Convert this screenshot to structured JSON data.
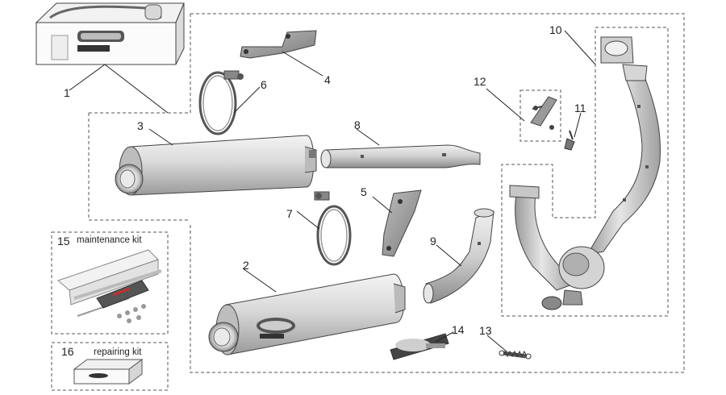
{
  "diagram": {
    "callouts": [
      {
        "id": "1",
        "label": "1"
      },
      {
        "id": "2",
        "label": "2"
      },
      {
        "id": "3",
        "label": "3"
      },
      {
        "id": "4",
        "label": "4"
      },
      {
        "id": "5",
        "label": "5"
      },
      {
        "id": "6",
        "label": "6"
      },
      {
        "id": "7",
        "label": "7"
      },
      {
        "id": "8",
        "label": "8"
      },
      {
        "id": "9",
        "label": "9"
      },
      {
        "id": "10",
        "label": "10"
      },
      {
        "id": "11",
        "label": "11"
      },
      {
        "id": "12",
        "label": "12"
      },
      {
        "id": "13",
        "label": "13"
      },
      {
        "id": "14",
        "label": "14"
      },
      {
        "id": "15",
        "label": "15"
      },
      {
        "id": "16",
        "label": "16"
      }
    ],
    "kits": {
      "maintenance_kit": "maintenance kit",
      "repairing_kit": "repairing kit"
    },
    "colors": {
      "metal_light": "#e8e8e8",
      "metal_mid": "#c4c4c4",
      "metal_dark": "#8f8f8f",
      "line": "#444444"
    }
  }
}
